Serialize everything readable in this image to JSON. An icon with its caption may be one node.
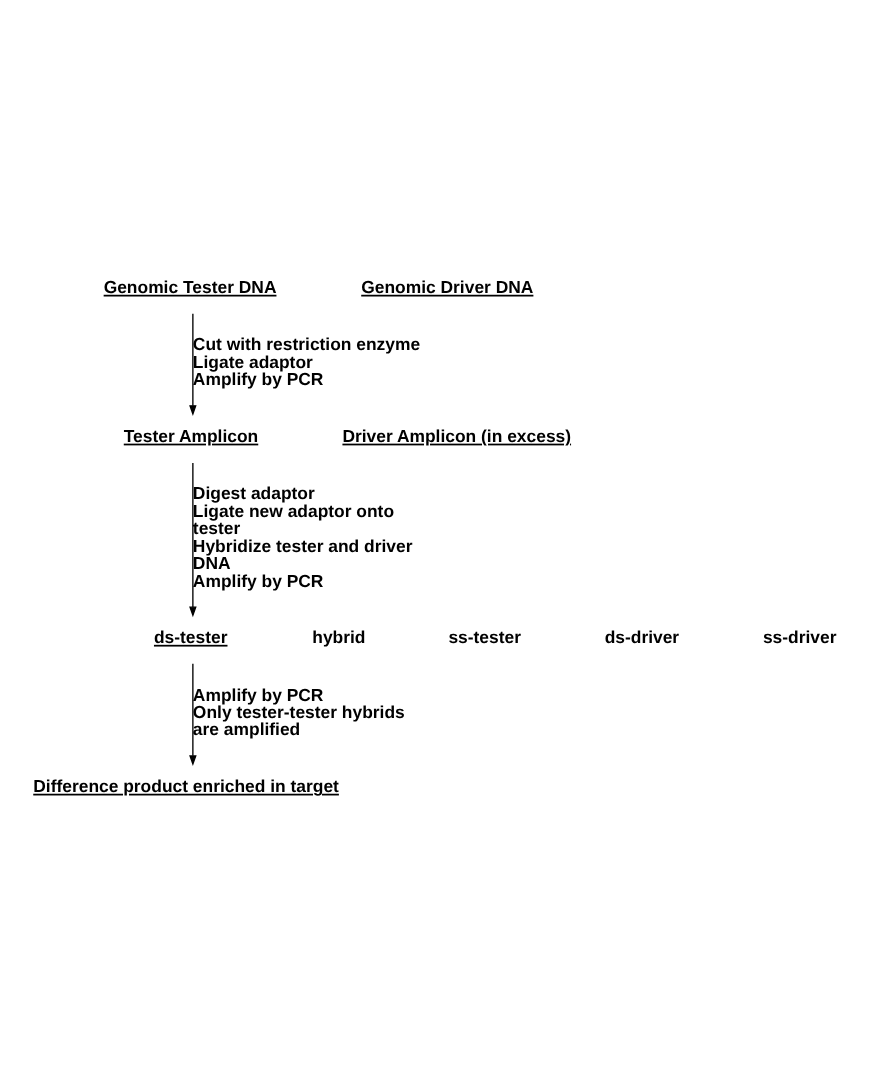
{
  "diagram": {
    "nodes": [
      {
        "text": [
          "Genomic Tester DNA"
        ]
      },
      {
        "text": [
          "Genomic Driver DNA"
        ]
      },
      {
        "text": [
          "Tester Amplicon"
        ]
      },
      {
        "text": [
          "Driver Amplicon (in excess)"
        ]
      },
      {
        "text": [
          "ds-tester"
        ]
      },
      {
        "text": [
          "hybrid"
        ]
      },
      {
        "text": [
          "ss-tester"
        ]
      },
      {
        "text": [
          "ds-driver"
        ]
      },
      {
        "text": [
          "ss-driver"
        ]
      },
      {
        "text": [
          "Difference product enriched in target"
        ]
      }
    ],
    "edges": [
      {
        "from": 0,
        "to": 2,
        "arrow": "to"
      },
      {
        "from": 2,
        "to": 4,
        "arrow": "to"
      },
      {
        "from": 4,
        "to": 9,
        "arrow": "to"
      }
    ],
    "labels": [
      "Cut with restriction enzyme",
      "Ligate adaptor",
      "Amplify by PCR",
      "Digest adaptor",
      "Ligate new adaptor onto tester",
      "Hybridize tester and driver DNA",
      "Amplify by PCR",
      "Amplify by PCR",
      "Only tester-tester hybrids are amplified"
    ]
  }
}
